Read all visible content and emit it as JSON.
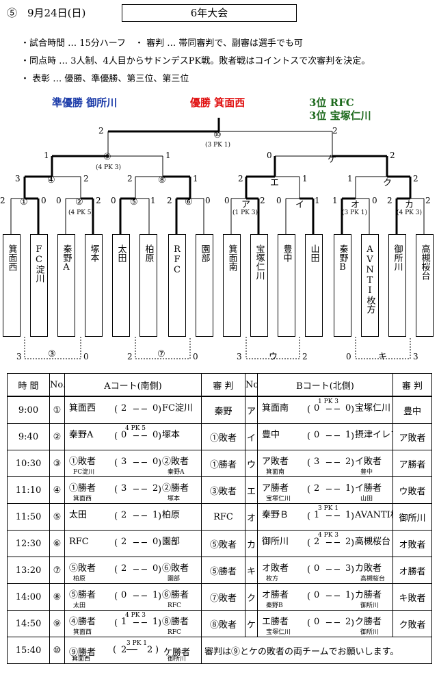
{
  "header": {
    "date": "⑤　9月24日(日)",
    "title": "6年大会"
  },
  "rules": [
    "・試合時間 … 15分ハーフ　・ 審判 … 帯同審判で、副審は選手でも可",
    "・同点時 … 3人制、4人目からサドンデスPK戦。敗者戦はコイントスで次審判を決定。",
    "・ 表彰 … 優勝、準優勝、第三位、第三位"
  ],
  "results": {
    "runner_up": "準優勝 御所川",
    "champion": "優勝 箕面西",
    "third1": "3位 RFC",
    "third2": "3位 宝塚仁川",
    "colors": {
      "runner_up": "#1a3aa8",
      "champion": "#e01010",
      "third": "#1e6a1e"
    }
  },
  "bracket": {
    "teams": [
      "箕面西",
      "FC淀川",
      "秦野A",
      "塚本",
      "太田",
      "柏原",
      "RFC",
      "園部",
      "箕面南",
      "宝塚仁川",
      "豊中",
      "山田",
      "秦野B",
      "AVNTI枚方",
      "御所川",
      "高槻桜台"
    ],
    "match_labels": [
      "①",
      "②",
      "⑤",
      "⑥",
      "ア",
      "イ",
      "オ",
      "カ",
      "④",
      "⑧",
      "エ",
      "ク",
      "⑨",
      "ケ",
      "⑩",
      "③",
      "⑦",
      "ウ",
      "キ"
    ],
    "pk_notes": [
      "(4 PK 5)",
      "(1 PK 3)",
      "(3 PK 1)",
      "(4 PK 3)",
      "(4 PK 3)",
      "(3 PK 1)"
    ],
    "scores": {
      "r1": [
        "2",
        "0",
        "0",
        "2",
        "0",
        "1",
        "2",
        "0",
        "0",
        "2",
        "0",
        "1",
        "1",
        "0",
        "2",
        "2"
      ],
      "r2": [
        "3",
        "2",
        "2",
        "1",
        "2",
        "1",
        "1",
        "2"
      ],
      "r3": [
        "1",
        "1",
        "0",
        "2"
      ],
      "final": [
        "2",
        "2"
      ],
      "losers": [
        "3",
        "0",
        "2",
        "0",
        "3",
        "2",
        "0",
        "3"
      ]
    }
  },
  "schedule": {
    "headers": [
      "時 間",
      "No.",
      "Aコート(南側)",
      "審 判",
      "No.",
      "Bコート(北側)",
      "審 判"
    ],
    "rows": [
      {
        "time": "9:00",
        "a_no": "①",
        "a_l": "箕面西",
        "a_s1": "2",
        "a_s2": "0",
        "a_r": "FC淀川",
        "a_pk": "",
        "a_ls": "",
        "a_rs": "",
        "a_ref": "秦野",
        "b_no": "ア",
        "b_l": "箕面南",
        "b_s1": "0",
        "b_s2": "0",
        "b_r": "宝塚仁川",
        "b_pk": "1 PK 3",
        "b_ls": "",
        "b_rs": "",
        "b_ref": "豊中"
      },
      {
        "time": "9:40",
        "a_no": "②",
        "a_l": "秦野A",
        "a_s1": "0",
        "a_s2": "0",
        "a_r": "塚本",
        "a_pk": "4 PK 5",
        "a_ls": "",
        "a_rs": "",
        "a_ref": "①敗者",
        "b_no": "イ",
        "b_l": "豊中",
        "b_s1": "0",
        "b_s2": "1",
        "b_r": "摂津イレブン",
        "b_pk": "",
        "b_ls": "",
        "b_rs": "",
        "b_ref": "ア敗者"
      },
      {
        "time": "10:30",
        "a_no": "③",
        "a_l": "①敗者",
        "a_s1": "3",
        "a_s2": "0",
        "a_r": "②敗者",
        "a_pk": "",
        "a_ls": "FC淀川",
        "a_rs": "秦野A",
        "a_ref": "①勝者",
        "b_no": "ウ",
        "b_l": "ア敗者",
        "b_s1": "3",
        "b_s2": "2",
        "b_r": "イ敗者",
        "b_pk": "",
        "b_ls": "箕面南",
        "b_rs": "豊中",
        "b_ref": "ア勝者"
      },
      {
        "time": "11:10",
        "a_no": "④",
        "a_l": "①勝者",
        "a_s1": "3",
        "a_s2": "2",
        "a_r": "②勝者",
        "a_pk": "",
        "a_ls": "箕面西",
        "a_rs": "塚本",
        "a_ref": "③敗者",
        "b_no": "エ",
        "b_l": "ア勝者",
        "b_s1": "2",
        "b_s2": "1",
        "b_r": "イ勝者",
        "b_pk": "",
        "b_ls": "宝塚仁川",
        "b_rs": "山田",
        "b_ref": "ウ敗者"
      },
      {
        "time": "11:50",
        "a_no": "⑤",
        "a_l": "太田",
        "a_s1": "2",
        "a_s2": "1",
        "a_r": "柏原",
        "a_pk": "",
        "a_ls": "",
        "a_rs": "",
        "a_ref": "RFC",
        "b_no": "オ",
        "b_l": "秦野Ｂ",
        "b_s1": "1",
        "b_s2": "1",
        "b_r": "AVANTI枚方",
        "b_pk": "3 PK 1",
        "b_ls": "",
        "b_rs": "",
        "b_ref": "御所川"
      },
      {
        "time": "12:30",
        "a_no": "⑥",
        "a_l": "RFC",
        "a_s1": "2",
        "a_s2": "0",
        "a_r": "園部",
        "a_pk": "",
        "a_ls": "",
        "a_rs": "",
        "a_ref": "⑤敗者",
        "b_no": "カ",
        "b_l": "御所川",
        "b_s1": "2",
        "b_s2": "2",
        "b_r": "高槻桜台",
        "b_pk": "4 PK 3",
        "b_ls": "",
        "b_rs": "",
        "b_ref": "オ敗者"
      },
      {
        "time": "13:20",
        "a_no": "⑦",
        "a_l": "⑤敗者",
        "a_s1": "2",
        "a_s2": "0",
        "a_r": "⑥敗者",
        "a_pk": "",
        "a_ls": "柏原",
        "a_rs": "園部",
        "a_ref": "⑤勝者",
        "b_no": "キ",
        "b_l": "オ敗者",
        "b_s1": "0",
        "b_s2": "3",
        "b_r": "カ敗者",
        "b_pk": "",
        "b_ls": "枚方",
        "b_rs": "高槻桜台",
        "b_ref": "オ勝者"
      },
      {
        "time": "14:00",
        "a_no": "⑧",
        "a_l": "⑤勝者",
        "a_s1": "0",
        "a_s2": "1",
        "a_r": "⑥勝者",
        "a_pk": "",
        "a_ls": "太田",
        "a_rs": "RFC",
        "a_ref": "⑦敗者",
        "b_no": "ク",
        "b_l": "オ勝者",
        "b_s1": "0",
        "b_s2": "1",
        "b_r": "カ勝者",
        "b_pk": "",
        "b_ls": "秦野B",
        "b_rs": "御所川",
        "b_ref": "キ敗者"
      },
      {
        "time": "14:50",
        "a_no": "⑨",
        "a_l": "④勝者",
        "a_s1": "1",
        "a_s2": "1",
        "a_r": "⑧勝者",
        "a_pk": "4 PK 3",
        "a_ls": "箕面西",
        "a_rs": "RFC",
        "a_ref": "⑧敗者",
        "b_no": "ケ",
        "b_l": "エ勝者",
        "b_s1": "0",
        "b_s2": "2",
        "b_r": "ク勝者",
        "b_pk": "",
        "b_ls": "宝塚仁川",
        "b_rs": "御所川",
        "b_ref": "ク敗者"
      }
    ],
    "last": {
      "time": "15:40",
      "no": "⑩",
      "l": "⑨勝者",
      "s1": "2",
      "s2": "2",
      "r": "ケ勝者",
      "pk": "3 PK 1",
      "ls": "箕面西",
      "rs": "御所川",
      "note": "審判は⑨とケの敗者の両チームでお願いします。"
    }
  }
}
